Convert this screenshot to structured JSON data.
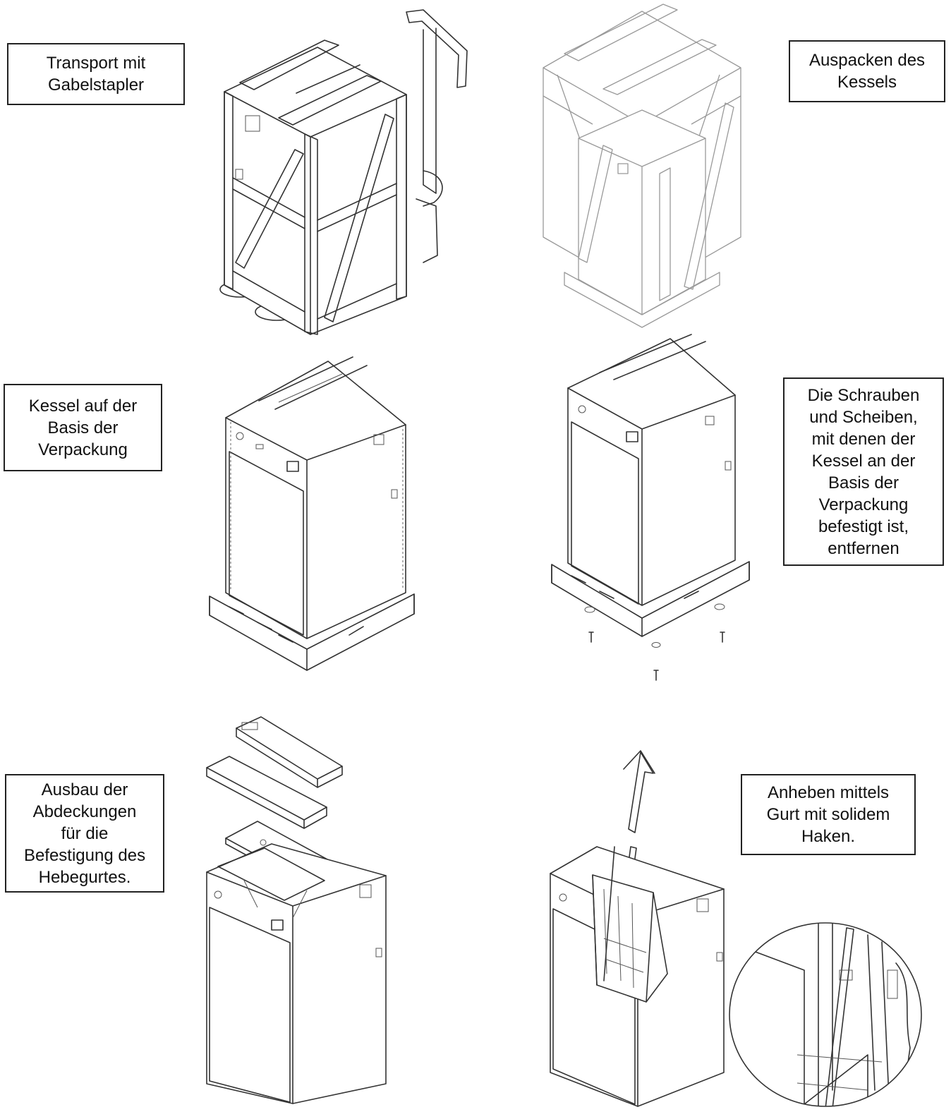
{
  "steps": [
    {
      "id": "transport",
      "label": "Transport mit\nGabelstapler"
    },
    {
      "id": "unpack",
      "label": "Auspacken des\nKessels"
    },
    {
      "id": "on-base",
      "label": "Kessel auf der\nBasis der\nVerpackung"
    },
    {
      "id": "remove-screws",
      "label": "Die Schrauben\nund Scheiben,\nmit denen der\nKessel an der\nBasis der\nVerpackung\nbefestigt ist,\nentfernen"
    },
    {
      "id": "remove-covers",
      "label": "Ausbau der\nAbdeckungen\nfür die\nBefestigung des\nHebegurtes."
    },
    {
      "id": "lift",
      "label": "Anheben mittels\nGurt mit solidem\nHaken."
    }
  ]
}
